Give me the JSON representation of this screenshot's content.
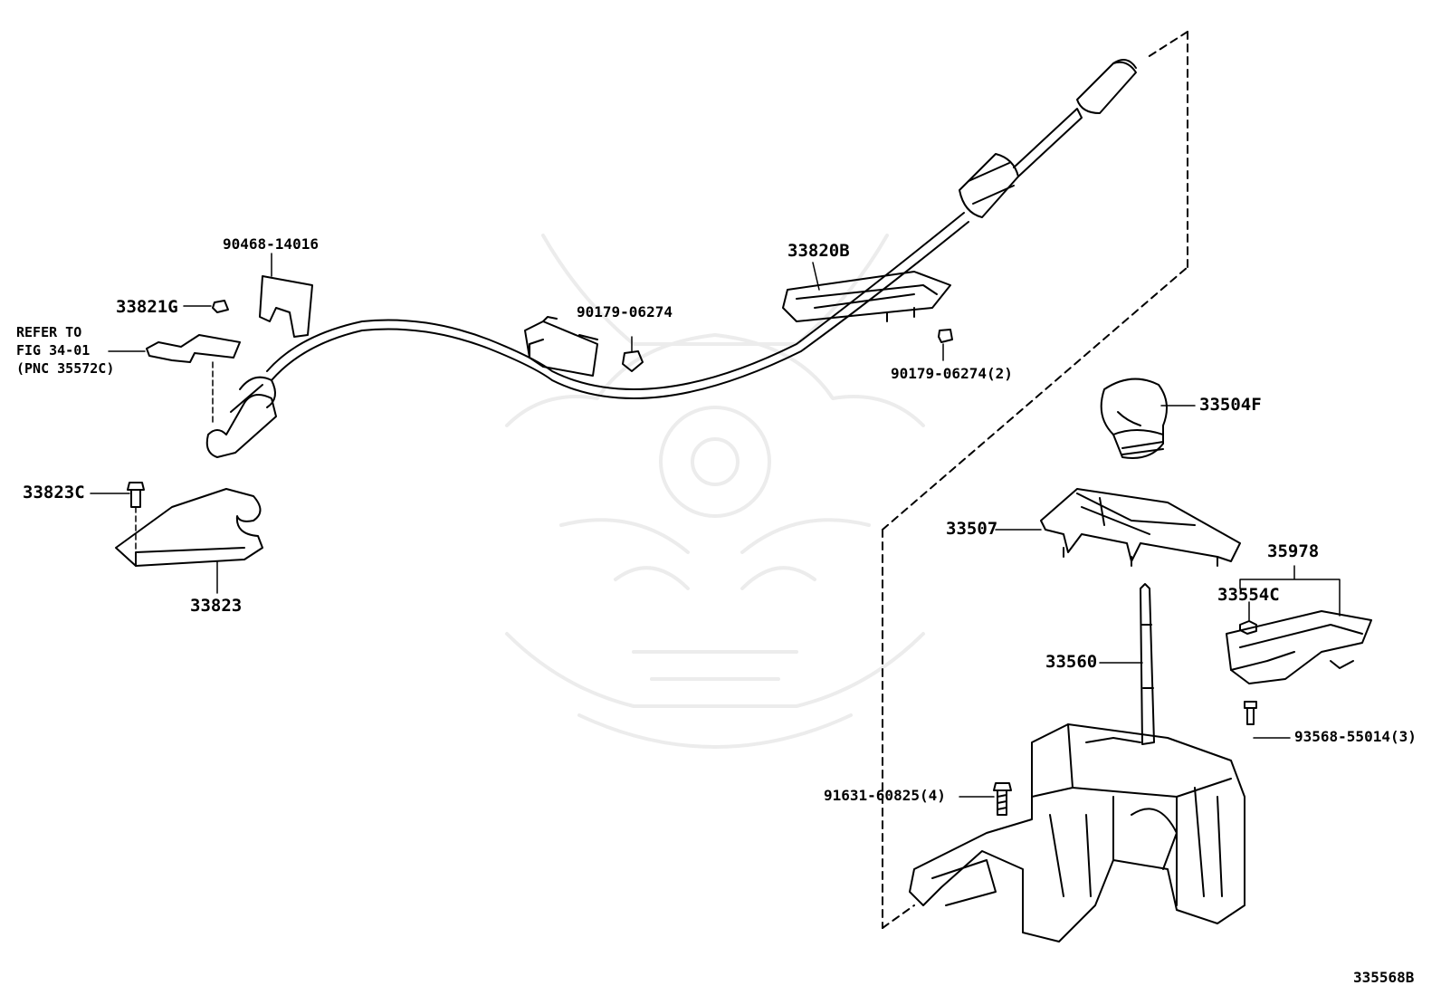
{
  "diagram": {
    "figure_id": "335568B",
    "parts": {
      "p90468": "90468-14016",
      "p33821G": "33821G",
      "p33820B": "33820B",
      "p90179a": "90179-06274",
      "p90179b": "90179-06274(2)",
      "p33504F": "33504F",
      "p33507": "33507",
      "p35978": "35978",
      "p33554C": "33554C",
      "p33560": "33560",
      "p93568": "93568-55014(3)",
      "p91631": "91631-60825(4)",
      "p33823C": "33823C",
      "p33823": "33823"
    },
    "note": {
      "line1": "REFER TO",
      "line2": "FIG 34-01",
      "line3": "(PNC 35572C)"
    }
  }
}
